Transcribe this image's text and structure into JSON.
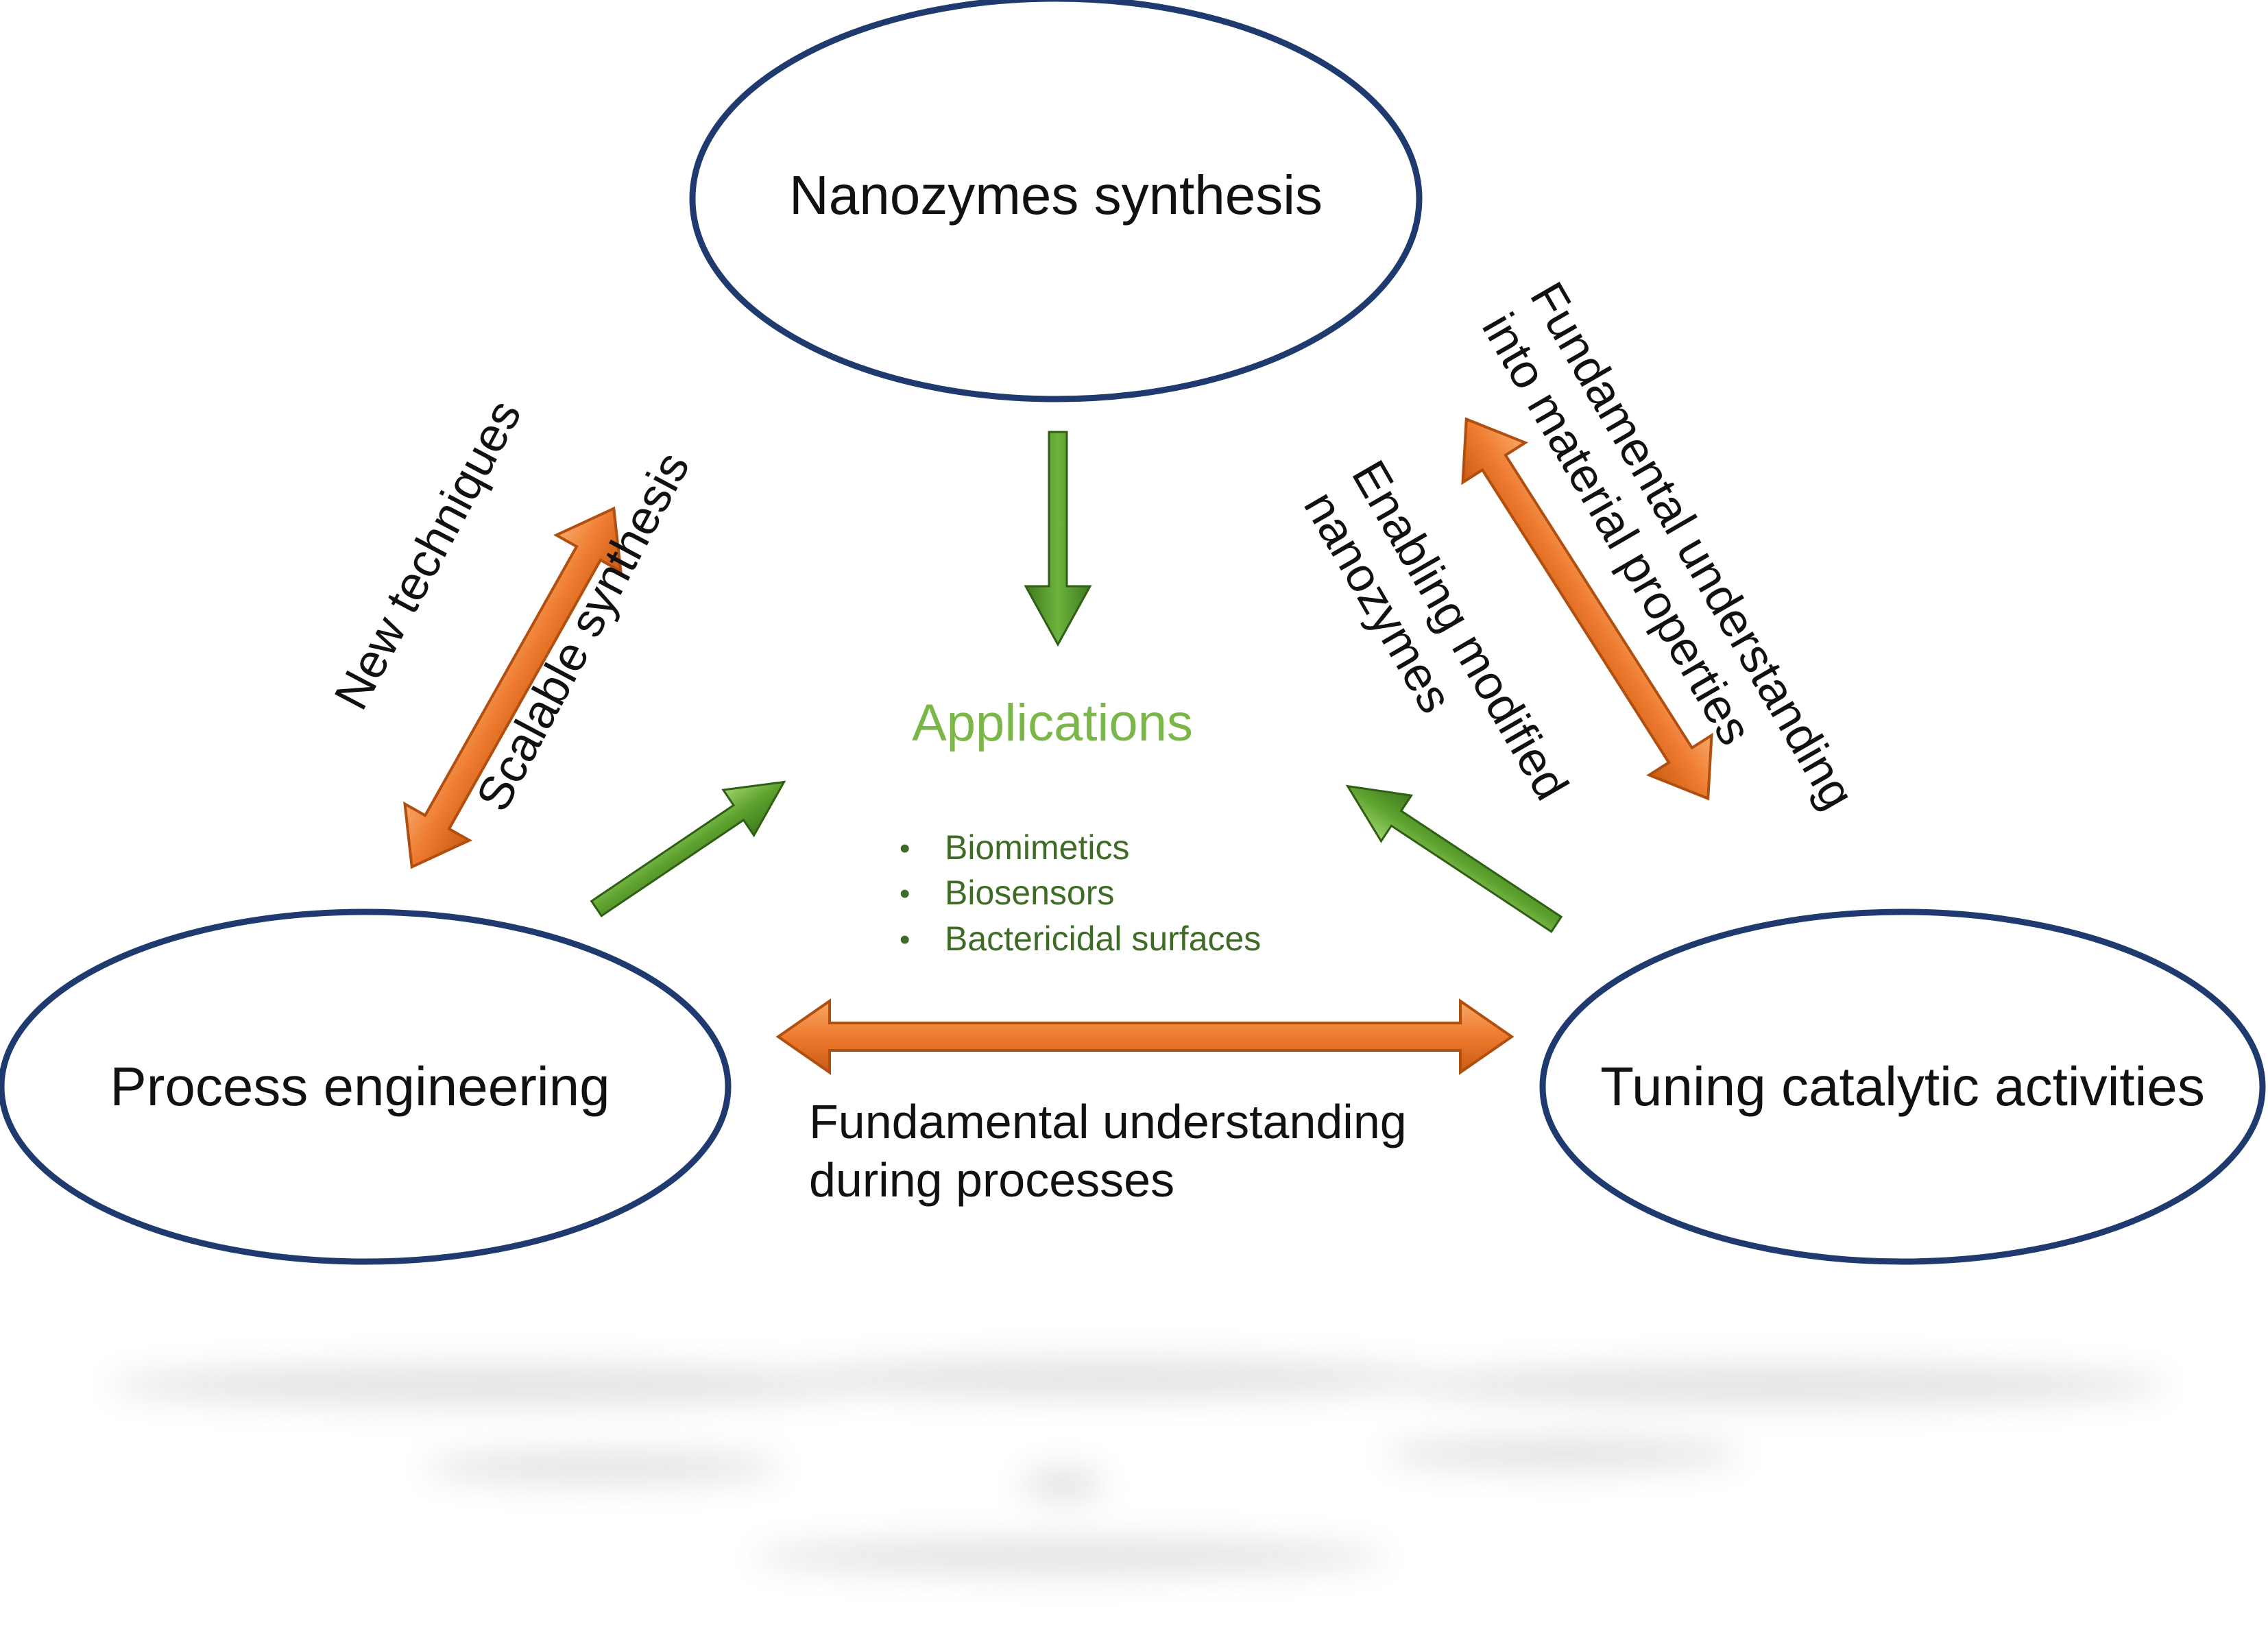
{
  "colors": {
    "ellipse_stroke": "#1f3a6e",
    "orange_arrow": "#ee7a2e",
    "green_arrow": "#4f8f2b",
    "applications_title": "#7ab648",
    "applications_items": "#3e6b25",
    "text": "#111111"
  },
  "nodes": {
    "top": {
      "label": "Nanozymes synthesis"
    },
    "left": {
      "label": "Process engineering"
    },
    "right": {
      "label": "Tuning catalytic activities"
    }
  },
  "applications": {
    "title": "Applications",
    "items": [
      "Biomimetics",
      "Biosensors",
      "Bactericidal surfaces"
    ]
  },
  "edges": {
    "top_left": {
      "outer_label": "New techniques",
      "inner_label": "Scalable synthesis"
    },
    "top_right": {
      "outer_label_line1": "Fundamental understanding",
      "outer_label_line2": "into material properties",
      "inner_label_line1": "Enabling modified",
      "inner_label_line2": "nanozymes"
    },
    "bottom": {
      "label_line1": "Fundamental understanding",
      "label_line2": "during processes"
    }
  }
}
